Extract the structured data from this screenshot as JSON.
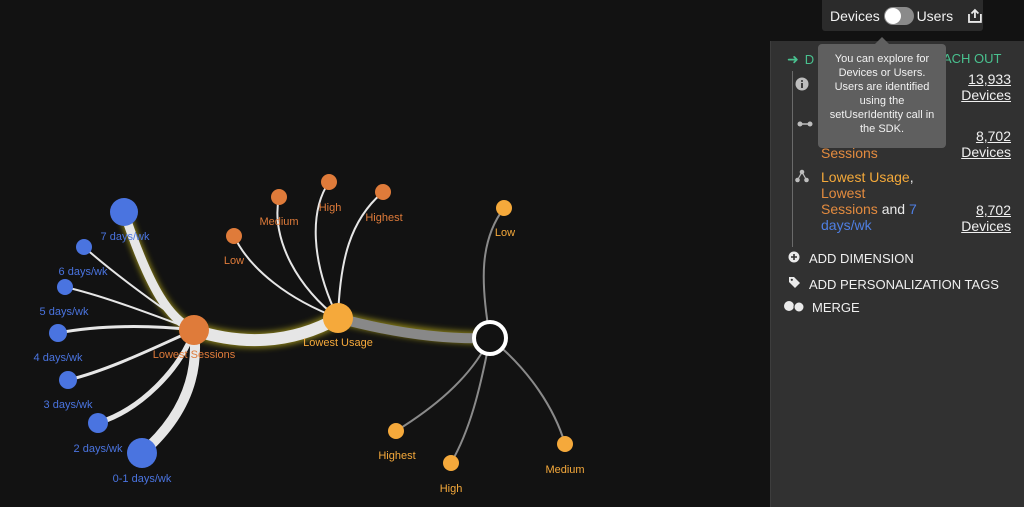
{
  "toggle": {
    "left_label": "Devices",
    "right_label": "Users",
    "selected": "Devices",
    "export_icon": "export-icon"
  },
  "tooltip": {
    "text": "You can explore for Devices or Users. Users are identified using the setUserIdentity call in the SDK."
  },
  "panel": {
    "header_left": "D",
    "header_right": "ACH OUT",
    "rows": [
      {
        "icon": "info-icon",
        "count": "13,933",
        "unit": "Devices"
      },
      {
        "icon": "branch-icon",
        "desc_tail": "Sessions",
        "count": "8,702",
        "unit": "Devices"
      },
      {
        "icon": "network-icon",
        "parts": [
          {
            "text": "Lowest Usage",
            "color": "yellow"
          },
          {
            "text": ", ",
            "color": "white"
          },
          {
            "text": "Lowest Sessions",
            "color": "orange"
          },
          {
            "text": " and ",
            "color": "white"
          },
          {
            "text": "7 days/wk",
            "color": "blue"
          }
        ],
        "count": "8,702",
        "unit": "Devices"
      }
    ],
    "actions": [
      {
        "icon": "plus-circle-icon",
        "label": "ADD DIMENSION"
      },
      {
        "icon": "tag-icon",
        "label": "ADD PERSONALIZATION TAGS"
      },
      {
        "icon": "merge-icon",
        "label": "MERGE"
      }
    ]
  },
  "graph": {
    "colors": {
      "blue": "#4a74e0",
      "orange": "#df7b3a",
      "yellow": "#f5a93b",
      "edge": "#e6e6e6",
      "edge_dim": "#8a8a8a",
      "glow": "#e3d21a"
    },
    "sessions_node_label": "Lowest Sessions",
    "usage_node_label": "Lowest Usage",
    "session_labels": [
      "7 days/wk",
      "6 days/wk",
      "5 days/wk",
      "4 days/wk",
      "3 days/wk",
      "2 days/wk",
      "0-1 days/wk"
    ],
    "usage_labels": [
      "Low",
      "Medium",
      "High",
      "Highest"
    ],
    "root_labels": [
      "Low",
      "Highest",
      "High",
      "Medium"
    ]
  }
}
